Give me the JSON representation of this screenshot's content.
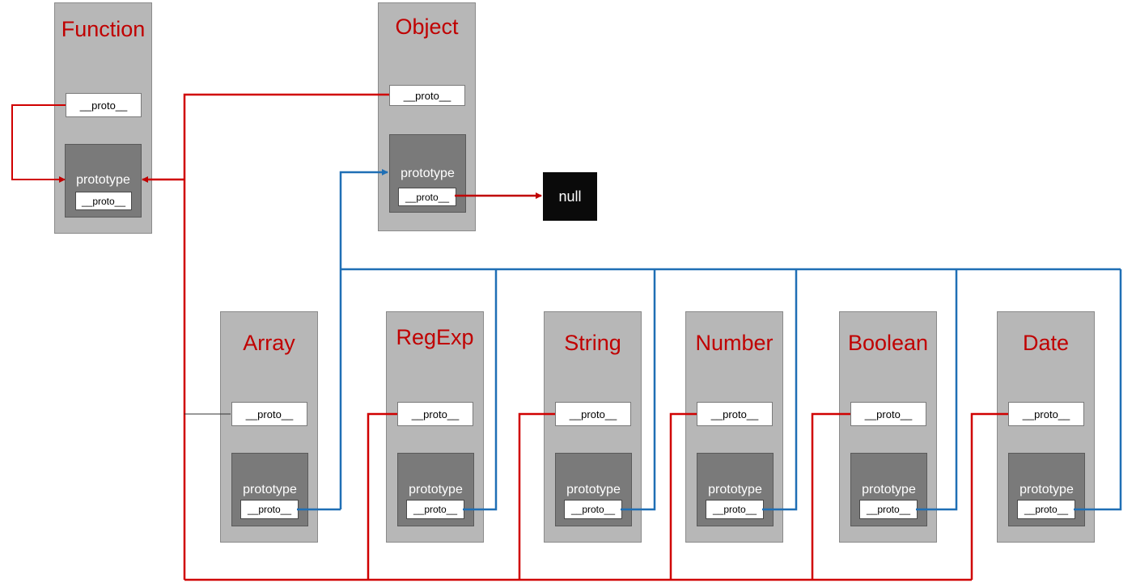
{
  "diagram": {
    "function": {
      "title": "Function",
      "proto": "__proto__",
      "prototype": "prototype",
      "prototype_proto": "__proto__"
    },
    "object": {
      "title": "Object",
      "proto": "__proto__",
      "prototype": "prototype",
      "prototype_proto": "__proto__"
    },
    "null_label": "null",
    "builtins": [
      {
        "title": "Array",
        "proto": "__proto__",
        "prototype": "prototype",
        "prototype_proto": "__proto__"
      },
      {
        "title": "RegExp",
        "proto": "__proto__",
        "prototype": "prototype",
        "prototype_proto": "__proto__"
      },
      {
        "title": "String",
        "proto": "__proto__",
        "prototype": "prototype",
        "prototype_proto": "__proto__"
      },
      {
        "title": "Number",
        "proto": "__proto__",
        "prototype": "prototype",
        "prototype_proto": "__proto__"
      },
      {
        "title": "Boolean",
        "proto": "__proto__",
        "prototype": "prototype",
        "prototype_proto": "__proto__"
      },
      {
        "title": "Date",
        "proto": "__proto__",
        "prototype": "prototype",
        "prototype_proto": "__proto__"
      }
    ],
    "colors": {
      "red_link": "#d00000",
      "blue_link": "#1f6fb5",
      "title": "#c00000"
    }
  }
}
